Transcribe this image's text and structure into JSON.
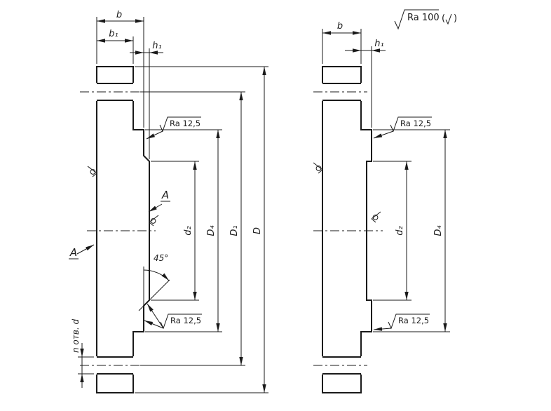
{
  "drawing": {
    "background": "#ffffff",
    "line_color": "#1a1a1a",
    "corner_note": {
      "value": "Ra 100",
      "paren_open": "(",
      "paren_close": ")"
    },
    "left_view": {
      "dim_b": "b",
      "dim_b1": "b₁",
      "dim_h1": "h₁",
      "dim_d2": "d₂",
      "dim_D4": "D₄",
      "dim_D1": "D₁",
      "dim_D": "D",
      "chamfer_angle": "45°",
      "roughness_top": "Ra 12,5",
      "roughness_bottom": "Ra 12,5",
      "view_label_front": "A",
      "view_label_back": "A",
      "holes_note": "n отв. d"
    },
    "right_view": {
      "dim_b": "b",
      "dim_h1": "h₁",
      "dim_d2": "d₂",
      "dim_D4": "D₄",
      "roughness_top": "Ra 12,5",
      "roughness_bottom": "Ra 12,5"
    }
  }
}
